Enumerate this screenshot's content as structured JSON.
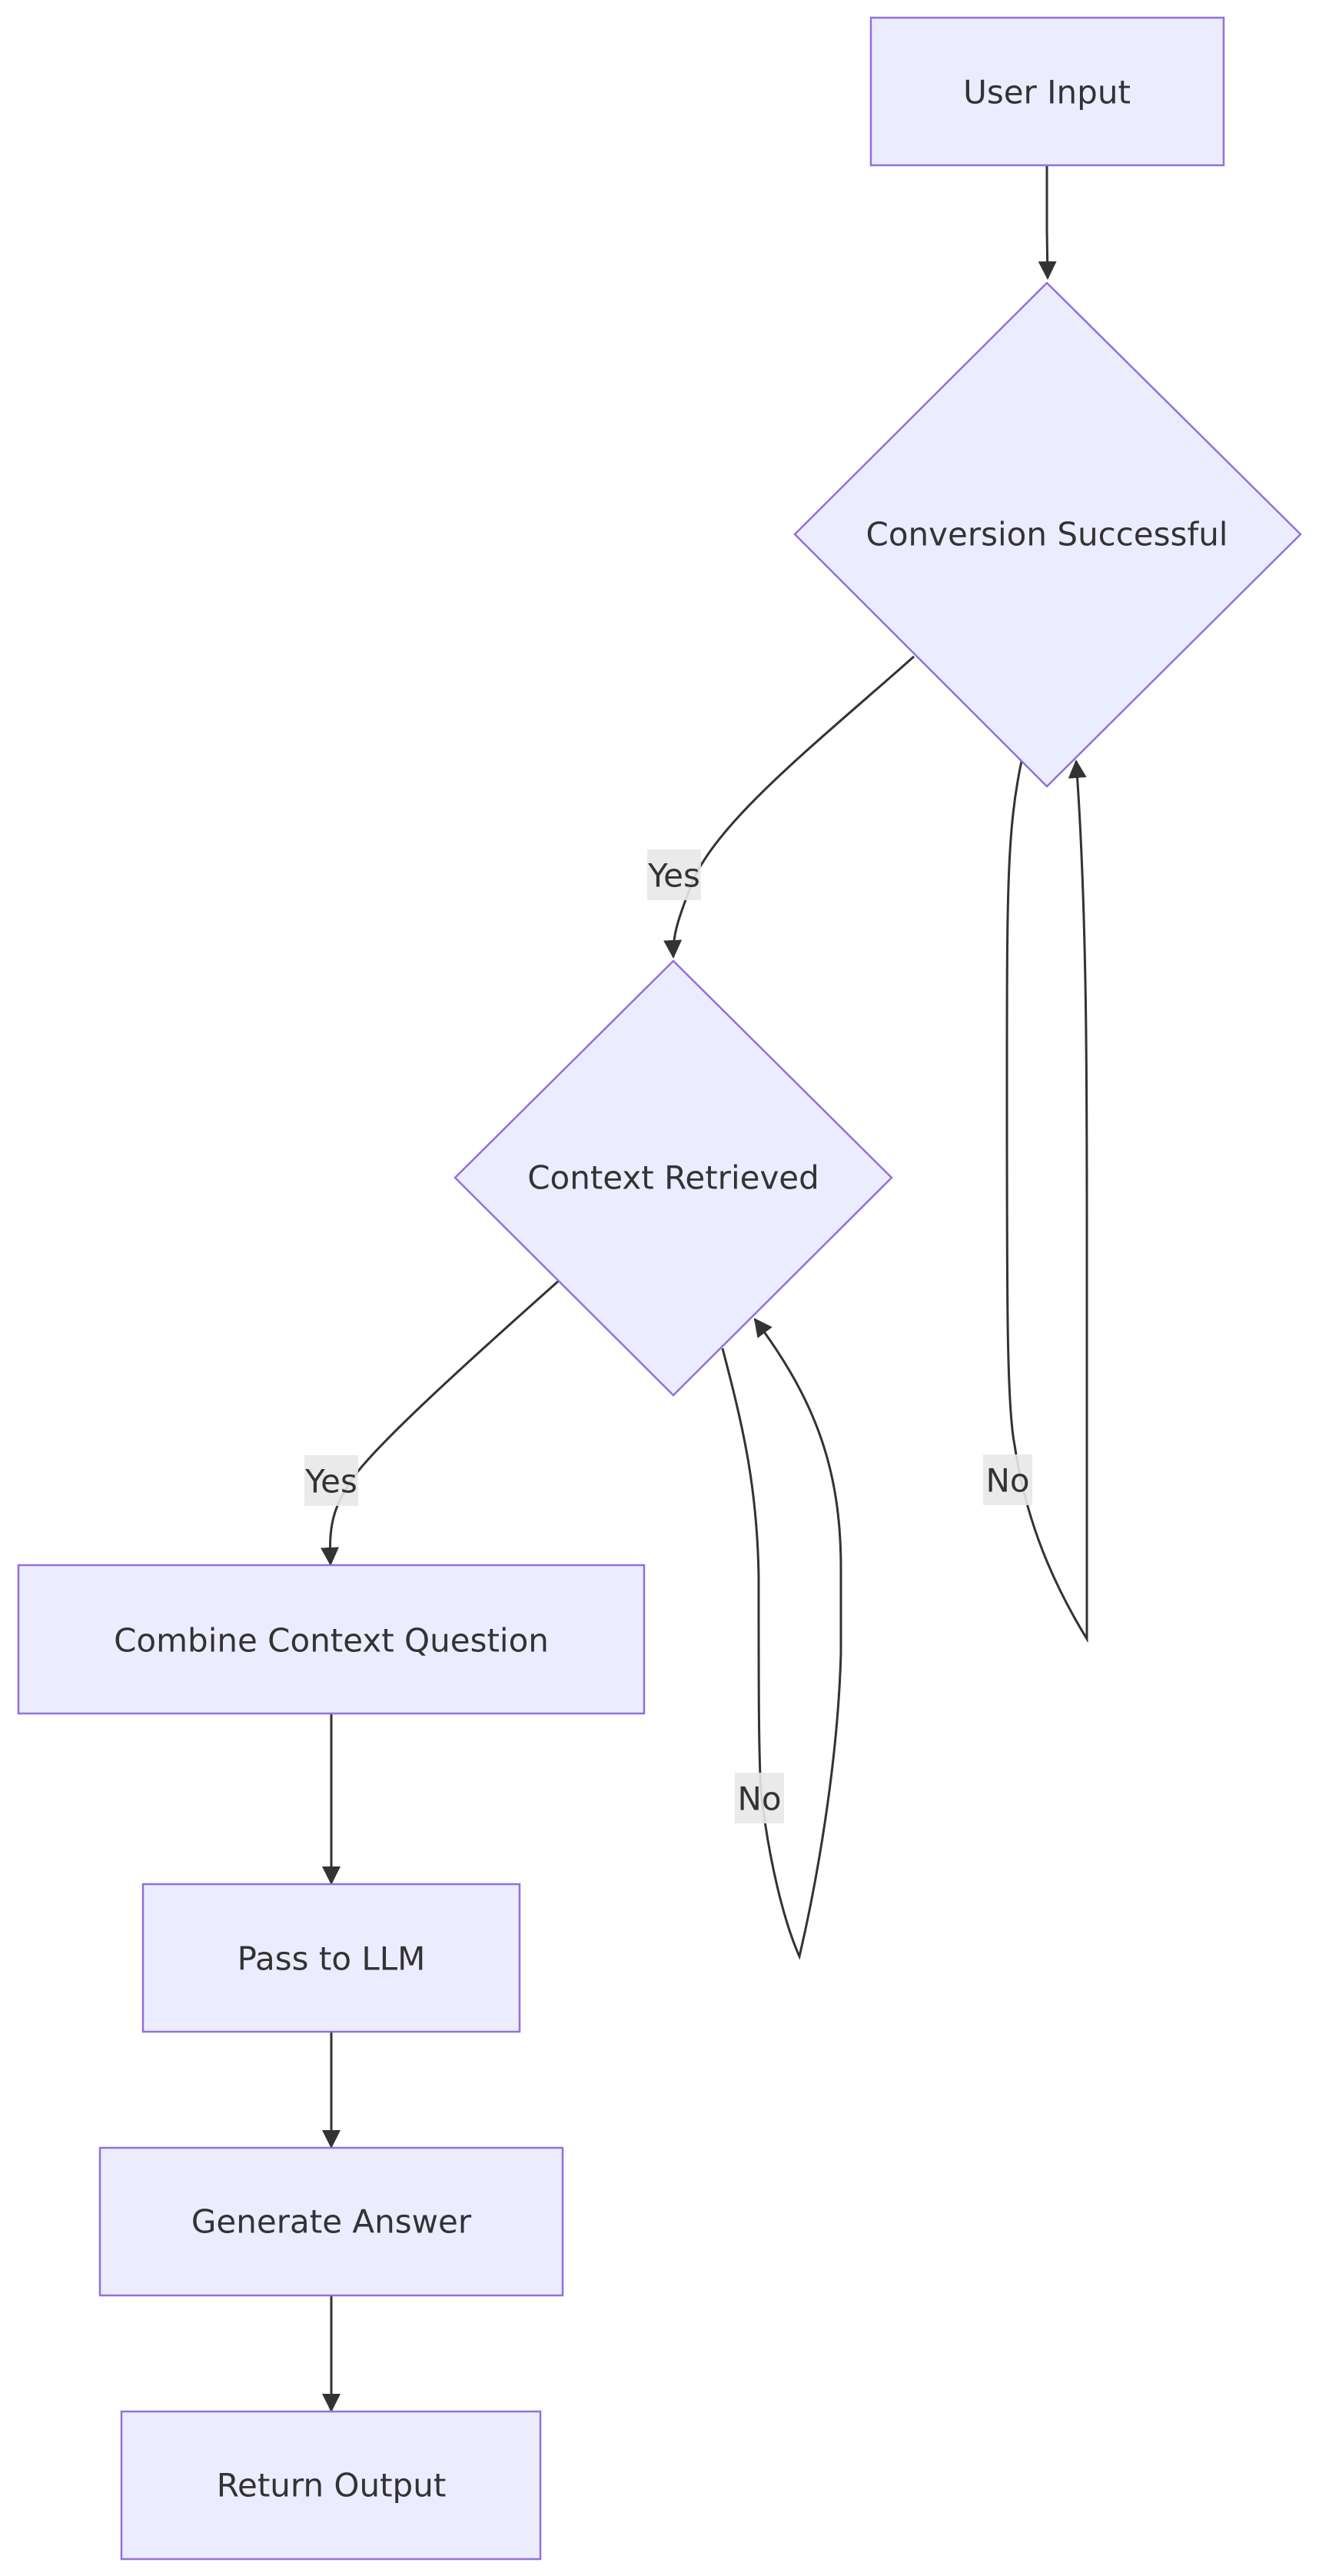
{
  "nodes": {
    "user_input": "User Input",
    "conversion_successful": "Conversion Successful",
    "context_retrieved": "Context Retrieved",
    "combine_context_question": "Combine Context Question",
    "pass_to_llm": "Pass to LLM",
    "generate_answer": "Generate Answer",
    "return_output": "Return Output"
  },
  "edge_labels": {
    "conversion_yes": "Yes",
    "conversion_no": "No",
    "context_yes": "Yes",
    "context_no": "No"
  },
  "colors": {
    "node_fill": "#ececff",
    "node_stroke": "#9370db",
    "edge": "#333333",
    "label_bg": "#e8e8e8",
    "text": "#333333"
  }
}
